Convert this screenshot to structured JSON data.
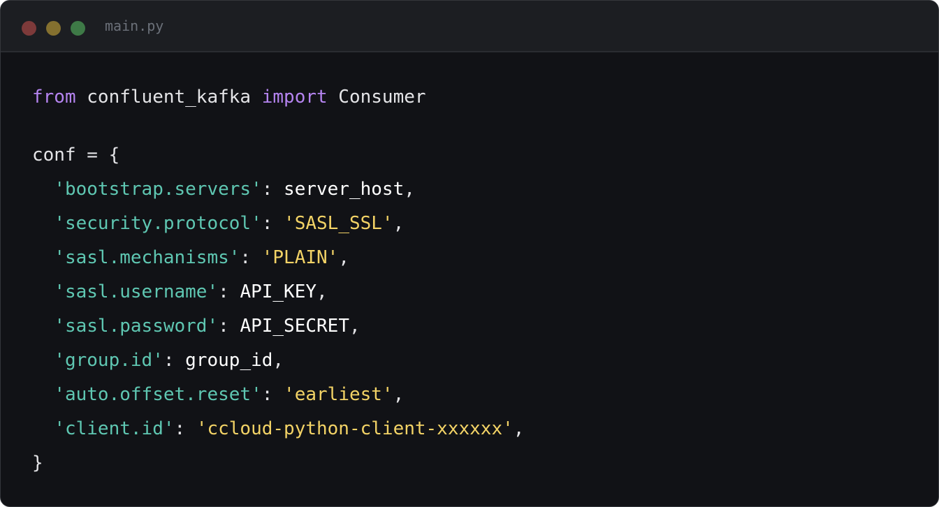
{
  "window": {
    "title": "main.py",
    "traffic_lights": {
      "close": "#7d3a3a",
      "minimize": "#84702f",
      "maximize": "#3e7a47"
    }
  },
  "code": {
    "lines": [
      [
        [
          "kw",
          "from"
        ],
        [
          "plain",
          " confluent_kafka "
        ],
        [
          "kw",
          "import"
        ],
        [
          "plain",
          " Consumer"
        ]
      ],
      [],
      [
        [
          "plain",
          "conf = {"
        ]
      ],
      [
        [
          "plain",
          "  "
        ],
        [
          "key",
          "'bootstrap.servers'"
        ],
        [
          "plain",
          ": "
        ],
        [
          "id",
          "server_host"
        ],
        [
          "plain",
          ","
        ]
      ],
      [
        [
          "plain",
          "  "
        ],
        [
          "key",
          "'security.protocol'"
        ],
        [
          "plain",
          ": "
        ],
        [
          "str",
          "'SASL_SSL'"
        ],
        [
          "plain",
          ","
        ]
      ],
      [
        [
          "plain",
          "  "
        ],
        [
          "key",
          "'sasl.mechanisms'"
        ],
        [
          "plain",
          ": "
        ],
        [
          "str",
          "'PLAIN'"
        ],
        [
          "plain",
          ","
        ]
      ],
      [
        [
          "plain",
          "  "
        ],
        [
          "key",
          "'sasl.username'"
        ],
        [
          "plain",
          ": "
        ],
        [
          "id",
          "API_KEY"
        ],
        [
          "plain",
          ","
        ]
      ],
      [
        [
          "plain",
          "  "
        ],
        [
          "key",
          "'sasl.password'"
        ],
        [
          "plain",
          ": "
        ],
        [
          "id",
          "API_SECRET"
        ],
        [
          "plain",
          ","
        ]
      ],
      [
        [
          "plain",
          "  "
        ],
        [
          "key",
          "'group.id'"
        ],
        [
          "plain",
          ": "
        ],
        [
          "id",
          "group_id"
        ],
        [
          "plain",
          ","
        ]
      ],
      [
        [
          "plain",
          "  "
        ],
        [
          "key",
          "'auto.offset.reset'"
        ],
        [
          "plain",
          ": "
        ],
        [
          "str",
          "'earliest'"
        ],
        [
          "plain",
          ","
        ]
      ],
      [
        [
          "plain",
          "  "
        ],
        [
          "key",
          "'client.id'"
        ],
        [
          "plain",
          ": "
        ],
        [
          "str",
          "'ccloud-python-client-xxxxxx'"
        ],
        [
          "plain",
          ","
        ]
      ],
      [
        [
          "plain",
          "}"
        ]
      ]
    ],
    "colors": {
      "keyword": "#b584f0",
      "key": "#5fc7b2",
      "string": "#f3d366",
      "identifier": "#ffffff",
      "text": "#e4e4e7"
    }
  }
}
